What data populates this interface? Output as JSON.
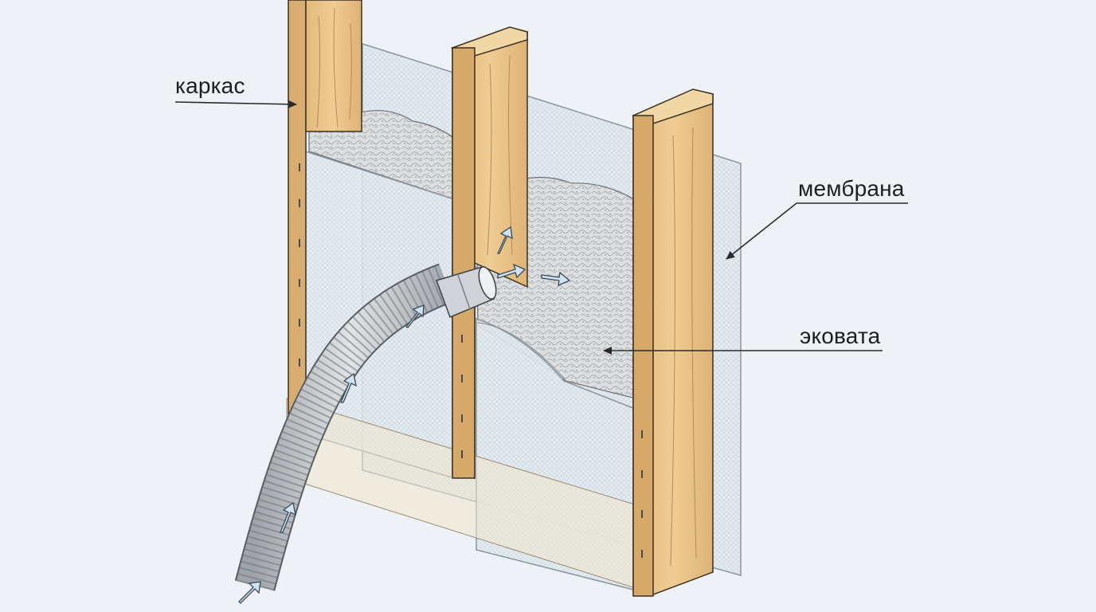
{
  "labels": {
    "frame": "каркас",
    "membrane": "мембрана",
    "ecowool": "эковата"
  },
  "colors": {
    "background": "#eef1f5",
    "wood": "#e9c48d",
    "wood_shade": "#d2a76a",
    "wood_top": "#f2d7a6",
    "membrane": "#dfe7ee",
    "ecowool": "#d9dbdc",
    "hose": "#bfc3c7",
    "flow_arrow": "#cfe3f3",
    "line": "#2a2a2a"
  }
}
